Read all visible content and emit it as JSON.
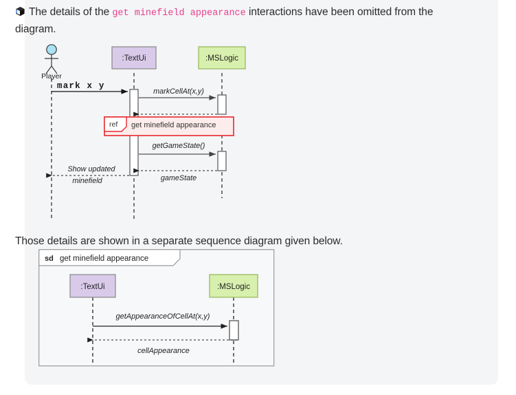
{
  "panel": {
    "background_color": "#f4f5f7"
  },
  "callout": {
    "icon": "cube-icon",
    "text_before": "The details of the",
    "code": "get minefield appearance",
    "text_after": "interactions have been omitted from the diagram.",
    "code_color": "#e83e8c"
  },
  "mid_paragraph": {
    "text": "Those details are shown in a separate sequence diagram given below."
  },
  "diagram_one": {
    "name": "mark-cell-sequence-diagram",
    "actors": [
      {
        "id": "player",
        "label": "Player",
        "type": "actor",
        "head_color": "#aee3f0"
      },
      {
        "id": "textui",
        "label": ":TextUi",
        "type": "object",
        "fill": "#d9caea",
        "stroke": "#8e8e8e"
      },
      {
        "id": "mslogic",
        "label": ":MSLogic",
        "type": "object",
        "fill": "#d8f0ad",
        "stroke": "#9aba5f"
      }
    ],
    "messages": [
      {
        "id": "m1",
        "label": "mark x y",
        "style": "mono",
        "kind": "call"
      },
      {
        "id": "m2",
        "label": "markCellAt(x,y)",
        "style": "italic",
        "kind": "call"
      },
      {
        "id": "m3",
        "label": "",
        "style": "italic",
        "kind": "return"
      },
      {
        "id": "m4",
        "label": "getGameState()",
        "style": "italic",
        "kind": "call"
      },
      {
        "id": "m5",
        "label": "gameState",
        "style": "italic",
        "kind": "return"
      },
      {
        "id": "m6",
        "label_line1": "Show updated",
        "label_line2": "minefield",
        "style": "italic",
        "kind": "return"
      }
    ],
    "ref_fragment": {
      "tag": "ref",
      "label": "get minefield appearance",
      "border_color": "#e8282c",
      "fill_color": "#fcecec"
    }
  },
  "diagram_two": {
    "name": "get-minefield-appearance-sequence-diagram",
    "frame": {
      "tag": "sd",
      "label": "get minefield appearance"
    },
    "actors": [
      {
        "id": "textui",
        "label": ":TextUi",
        "type": "object",
        "fill": "#d9caea",
        "stroke": "#8e8e8e"
      },
      {
        "id": "mslogic",
        "label": ":MSLogic",
        "type": "object",
        "fill": "#d8f0ad",
        "stroke": "#9aba5f"
      }
    ],
    "messages": [
      {
        "id": "n1",
        "label": "getAppearanceOfCellAt(x,y)",
        "style": "italic",
        "kind": "call"
      },
      {
        "id": "n2",
        "label": "cellAppearance",
        "style": "italic",
        "kind": "return"
      }
    ]
  }
}
